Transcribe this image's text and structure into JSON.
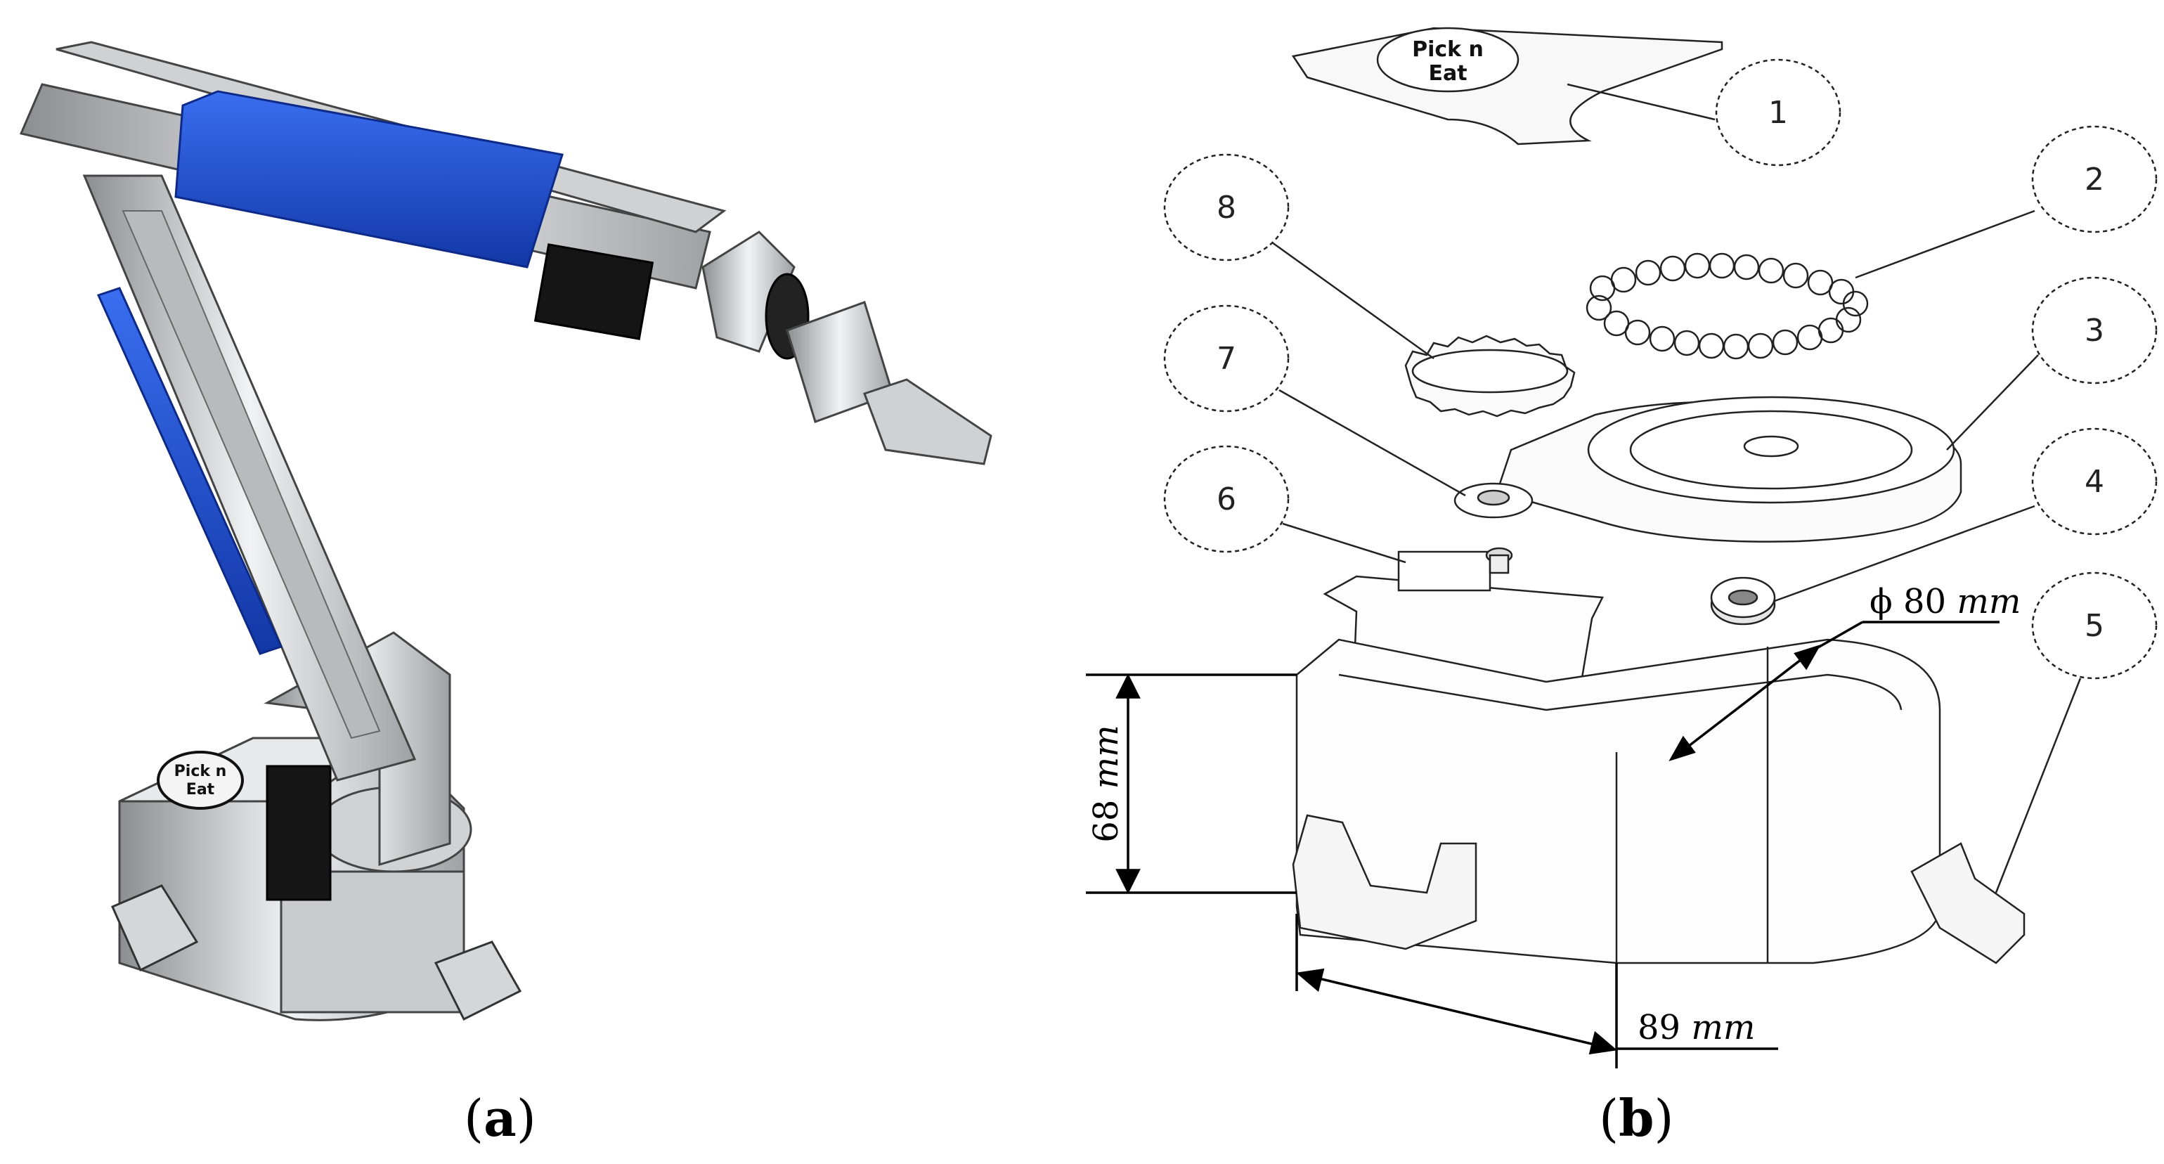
{
  "panel_a": {
    "caption_open": "(",
    "caption_letter": "a",
    "caption_close": ")",
    "logo_text": [
      "Pick n",
      "Eat"
    ],
    "colors": {
      "accent_blue": "#1f4fc8",
      "body_grey": "#d9dadc",
      "servo_black": "#151515"
    }
  },
  "panel_b": {
    "caption_open": "(",
    "caption_letter": "b",
    "caption_close": ")",
    "logo_text": [
      "Pick n",
      "Eat"
    ],
    "callouts": [
      "1",
      "2",
      "3",
      "4",
      "5",
      "6",
      "7",
      "8"
    ],
    "dimensions": {
      "diameter_symbol": "ϕ",
      "diameter_value": "80",
      "height_value": "68",
      "width_value": "89",
      "unit": "mm"
    }
  }
}
